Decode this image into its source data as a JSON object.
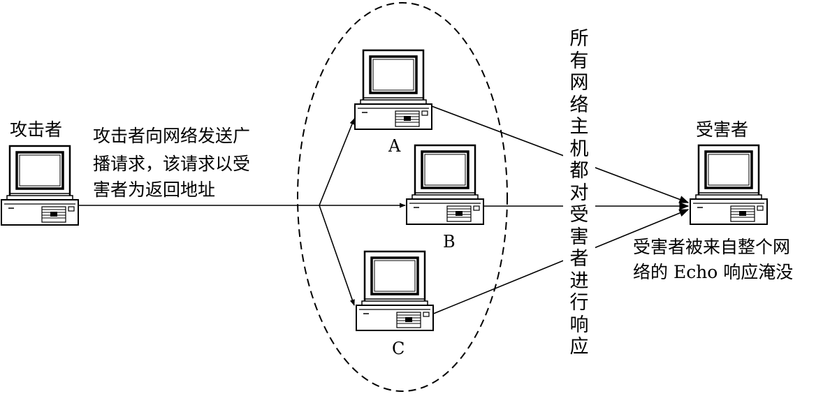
{
  "attacker": {
    "label": "攻击者"
  },
  "attack_note": {
    "lines": [
      "攻击者向网络发送广",
      "播请求，该请求以受",
      "害者为返回地址"
    ]
  },
  "hosts": [
    {
      "id": "A",
      "label": "A"
    },
    {
      "id": "B",
      "label": "B"
    },
    {
      "id": "C",
      "label": "C"
    }
  ],
  "reply_note": {
    "text": "所有网络主机都对受害者进行响应"
  },
  "victim": {
    "label": "受害者"
  },
  "victim_note": {
    "lines": [
      "受害者被来自整个网",
      "络的 Echo 响应淹没"
    ]
  }
}
